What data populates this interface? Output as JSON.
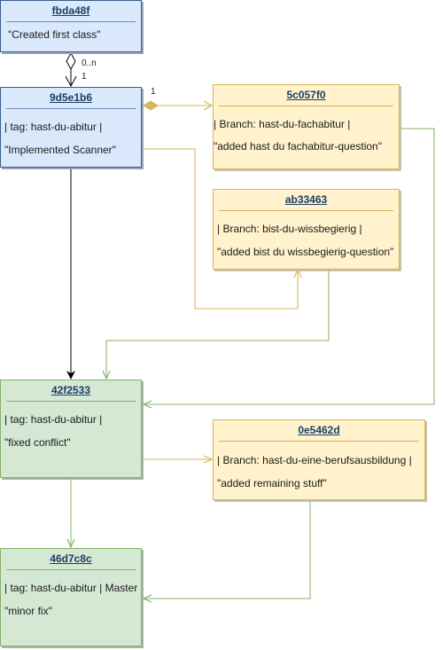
{
  "nodes": {
    "fbda48f": {
      "title": "fbda48f",
      "lines": [
        "\"Created first class\""
      ]
    },
    "n9d5e1b6": {
      "title": "9d5e1b6",
      "lines": [
        "| tag: hast-du-abitur |",
        "\"Implemented Scanner\""
      ]
    },
    "n5c057f0": {
      "title": "5c057f0",
      "lines": [
        "| Branch: hast-du-fachabitur |",
        "\"added hast du fachabitur-question\""
      ]
    },
    "ab33463": {
      "title": "ab33463",
      "lines": [
        "| Branch: bist-du-wissbegierig |",
        "\"added bist du wissbegierig-question\""
      ]
    },
    "n42f2533": {
      "title": "42f2533",
      "lines": [
        "| tag: hast-du-abitur |",
        "\"fixed conflict\""
      ]
    },
    "n0e5462d": {
      "title": "0e5462d",
      "lines": [
        "| Branch: hast-du-eine-berufsausbildung |",
        "\"added remaining stuff\""
      ]
    },
    "n46d7c8c": {
      "title": "46d7c8c",
      "lines": [
        "| tag: hast-du-abitur | Master",
        "\"minor fix\""
      ]
    }
  },
  "multiplicities": {
    "aggregation_top": "0..n",
    "aggregation_bottom": "1",
    "composition_start": "1"
  },
  "colors": {
    "blue_fill": "#dae8fc",
    "green_fill": "#d5e8d4",
    "yellow_fill": "#fff2cc",
    "green_edge": "#82b366",
    "yellow_edge": "#d6b656",
    "black_edge": "#000000"
  }
}
